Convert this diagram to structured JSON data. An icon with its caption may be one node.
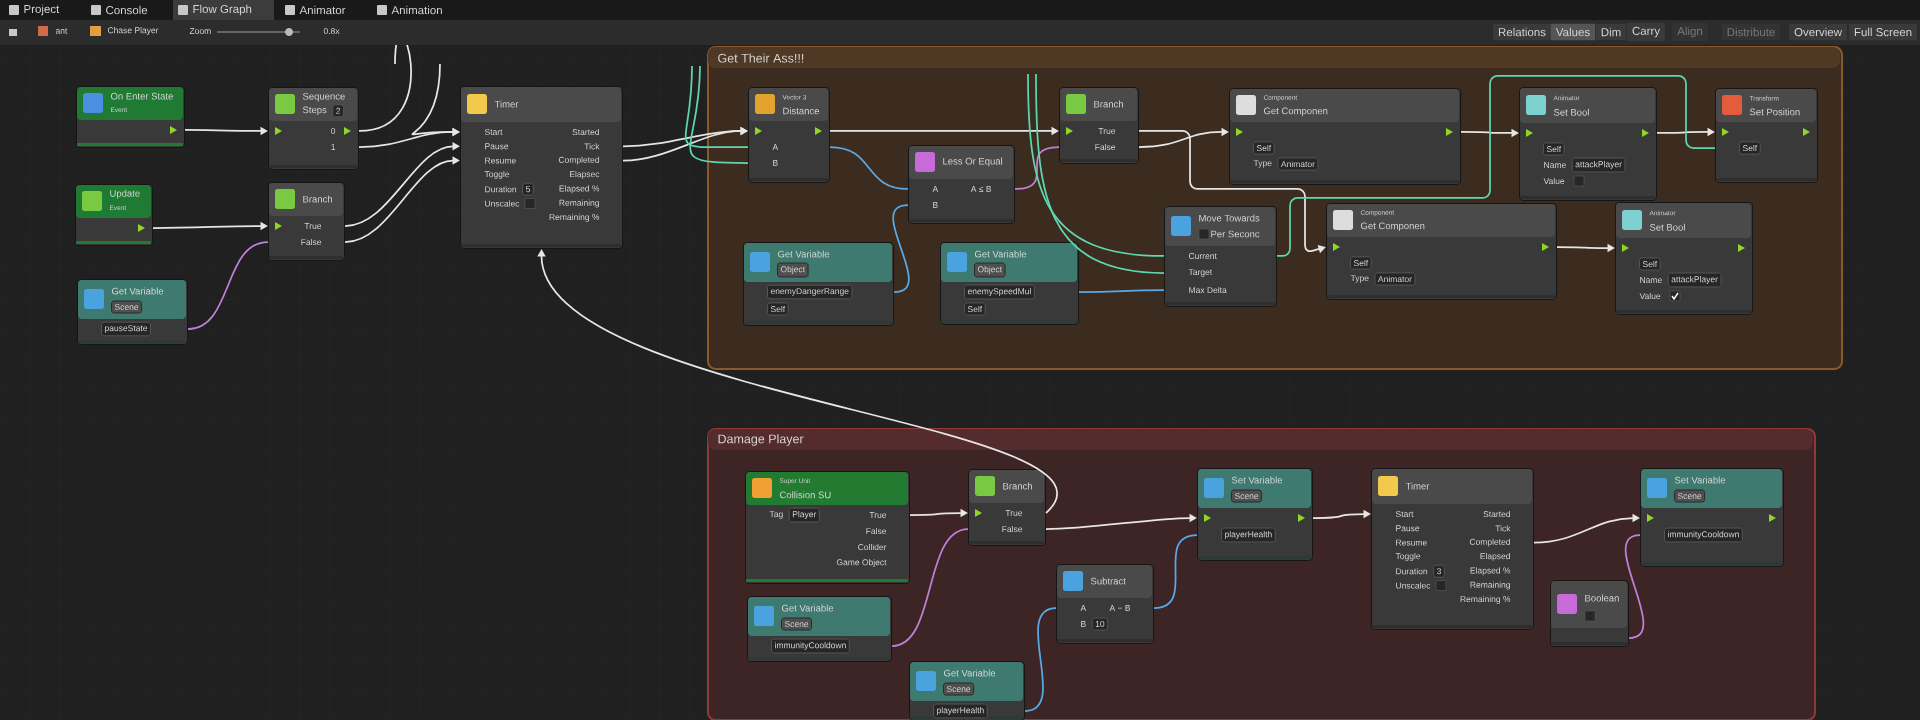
{
  "diagram": {
    "nodes": [
      {
        "text": [
          "Get Their Ass!!!"
        ]
      },
      {
        "text": [
          "Damage Player"
        ]
      },
      {
        "text": [
          "On Enter State",
          "Event"
        ]
      },
      {
        "text": [
          "Sequence",
          "Steps",
          "2",
          "0",
          "1"
        ]
      },
      {
        "text": [
          "Timer",
          "Start",
          "Pause",
          "Resume",
          "Toggle",
          "Duration",
          "5",
          "Unscalec",
          "Started",
          "Tick",
          "Completed",
          "Elapsec",
          "Elapsed %",
          "Remaining",
          "Remaining %"
        ]
      },
      {
        "text": [
          "Update",
          "Event"
        ]
      },
      {
        "text": [
          "Branch",
          "True",
          "False"
        ]
      },
      {
        "text": [
          "Get Variable",
          "Scene",
          "pauseState"
        ]
      },
      {
        "text": [
          "Vector 3",
          "Distance",
          "A",
          "B"
        ],
        "in": 0
      },
      {
        "text": [
          "Branch",
          "True",
          "False"
        ],
        "in": 0
      },
      {
        "text": [
          "Component",
          "Get Componen",
          "Self",
          "Type",
          "Animator"
        ],
        "in": 0
      },
      {
        "text": [
          "Animator",
          "Set Bool",
          "Self",
          "Name",
          "attackPlayer",
          "Value"
        ],
        "in": 0
      },
      {
        "text": [
          "Transform",
          "Set Position",
          "Self"
        ],
        "in": 0
      },
      {
        "text": [
          "Less Or Equal",
          "A",
          "A ≤ B",
          "B"
        ],
        "in": 0
      },
      {
        "text": [
          "Get Variable",
          "Object",
          "enemyDangerRange",
          "Self"
        ],
        "in": 0
      },
      {
        "text": [
          "Get Variable",
          "Object",
          "enemySpeedMul",
          "Self"
        ],
        "in": 0
      },
      {
        "text": [
          "Move Towards",
          "Per Seconc",
          "Current",
          "Target",
          "Max Delta"
        ],
        "in": 0
      },
      {
        "text": [
          "Component",
          "Get Componen",
          "Self",
          "Type",
          "Animator"
        ],
        "in": 0
      },
      {
        "text": [
          "Animator",
          "Set Bool",
          "Self",
          "Name",
          "attackPlayer",
          "Value"
        ],
        "in": 0
      },
      {
        "text": [
          "Super Unit",
          "Collision SU",
          "Tag",
          "Player",
          "True",
          "False",
          "Collider",
          "Game Object"
        ],
        "in": 1
      },
      {
        "text": [
          "Branch",
          "True",
          "False"
        ],
        "in": 1
      },
      {
        "text": [
          "Set Variable",
          "Scene",
          "playerHealth"
        ],
        "in": 1
      },
      {
        "text": [
          "Timer",
          "Start",
          "Pause",
          "Resume",
          "Toggle",
          "Duration",
          "3",
          "Unscalec",
          "Started",
          "Tick",
          "Completed",
          "Elapsed",
          "Elapsed %",
          "Remaining",
          "Remaining %"
        ],
        "in": 1
      },
      {
        "text": [
          "Set Variable",
          "Scene",
          "immunityCooldown"
        ],
        "in": 1
      },
      {
        "text": [
          "Get Variable",
          "Scene",
          "immunityCooldown"
        ],
        "in": 1
      },
      {
        "text": [
          "Subtract",
          "A",
          "A − B",
          "B",
          "10"
        ],
        "in": 1
      },
      {
        "text": [
          "Boolean"
        ],
        "in": 1
      },
      {
        "text": [
          "Get Variable",
          "Scene",
          "playerHealth"
        ],
        "in": 1
      }
    ],
    "edges": [
      {
        "from": 2,
        "to": 3,
        "arrow": "to"
      },
      {
        "from": 5,
        "to": 6,
        "arrow": "to"
      },
      {
        "from": 7,
        "to": 6,
        "arrow": "none",
        "color": "#c27fd9"
      },
      {
        "from": 3,
        "to": 4,
        "arrow": "to"
      },
      {
        "from": 6,
        "to": 4,
        "arrow": "to"
      },
      {
        "from": 6,
        "to": 4,
        "arrow": "to"
      },
      {
        "from": 4,
        "to": 8,
        "arrow": "to"
      },
      {
        "from": 4,
        "to": 8,
        "arrow": "to"
      },
      {
        "from": 8,
        "to": 9,
        "arrow": "to"
      },
      {
        "from": 8,
        "to": 13,
        "arrow": "none",
        "color": "#5aa9e6"
      },
      {
        "from": 14,
        "to": 13,
        "arrow": "none",
        "color": "#5aa9e6"
      },
      {
        "from": 13,
        "to": 9,
        "arrow": "none",
        "color": "#c27fd9"
      },
      {
        "from": 9,
        "to": 10,
        "arrow": "to"
      },
      {
        "from": 9,
        "to": 17,
        "arrow": "to"
      },
      {
        "from": 10,
        "to": 11,
        "arrow": "to"
      },
      {
        "from": 11,
        "to": 12,
        "arrow": "to"
      },
      {
        "from": 17,
        "to": 18,
        "arrow": "to"
      },
      {
        "from": 15,
        "to": 16,
        "arrow": "none",
        "color": "#5aa9e6"
      },
      {
        "from": 16,
        "to": 12,
        "arrow": "none",
        "color": "#5fd6b0"
      },
      {
        "from": 19,
        "to": 20,
        "arrow": "to"
      },
      {
        "from": 24,
        "to": 20,
        "arrow": "none",
        "color": "#c27fd9"
      },
      {
        "from": 20,
        "to": 21,
        "arrow": "to"
      },
      {
        "from": 25,
        "to": 21,
        "arrow": "none",
        "color": "#5aa9e6"
      },
      {
        "from": 27,
        "to": 25,
        "arrow": "none",
        "color": "#5aa9e6"
      },
      {
        "from": 21,
        "to": 22,
        "arrow": "to"
      },
      {
        "from": 22,
        "to": 23,
        "arrow": "to"
      },
      {
        "from": 26,
        "to": 23,
        "arrow": "none",
        "color": "#c27fd9"
      },
      {
        "from": 20,
        "to": 4,
        "arrow": "to"
      },
      {
        "from": 3,
        "to": null,
        "arrow": "none"
      },
      {
        "from": null,
        "to": 4,
        "arrow": "to"
      },
      {
        "from": null,
        "to": 8,
        "arrow": "none",
        "color": "#5fd6b0"
      },
      {
        "from": null,
        "to": 8,
        "arrow": "none",
        "color": "#5fd6b0"
      },
      {
        "from": null,
        "to": 16,
        "arrow": "none",
        "color": "#5fd6b0"
      },
      {
        "from": null,
        "to": 16,
        "arrow": "none",
        "color": "#5fd6b0"
      }
    ],
    "labels": [
      "Project",
      "Console",
      "Flow Graph",
      "Animator",
      "Animation",
      "ant",
      "Chase Player",
      "Zoom",
      "0.8x",
      "Relations",
      "Values",
      "Dim",
      "Carry",
      "Align",
      "Distribute",
      "Overview",
      "Full Screen"
    ]
  }
}
